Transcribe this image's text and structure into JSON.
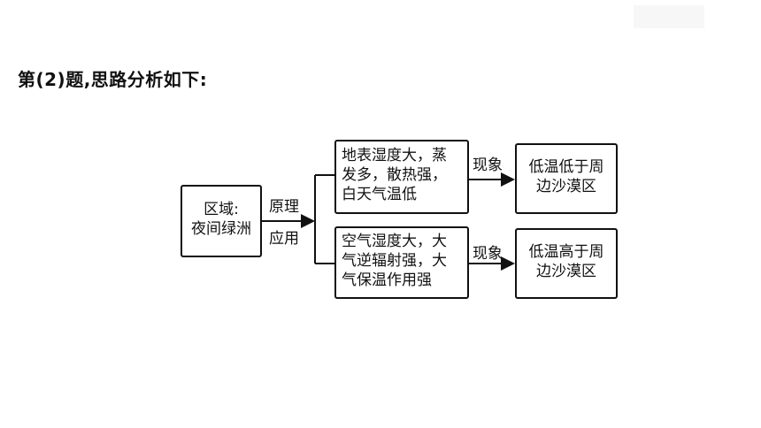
{
  "heading": "第(2)题,思路分析如下:",
  "region_box": "区域:\n夜间绿洲",
  "link_labels": {
    "principle": "原理",
    "application": "应用"
  },
  "branches": [
    {
      "mechanism": "地表湿度大，蒸\n发多，散热强，\n白天气温低",
      "phenomenon_label": "现象",
      "result": "低温低于周\n边沙漠区"
    },
    {
      "mechanism": "空气湿度大，大\n气逆辐射强，大\n气保温作用强",
      "phenomenon_label": "现象",
      "result": "低温高于周\n边沙漠区"
    }
  ],
  "colors": {
    "stroke": "#111111",
    "background": "#ffffff"
  }
}
